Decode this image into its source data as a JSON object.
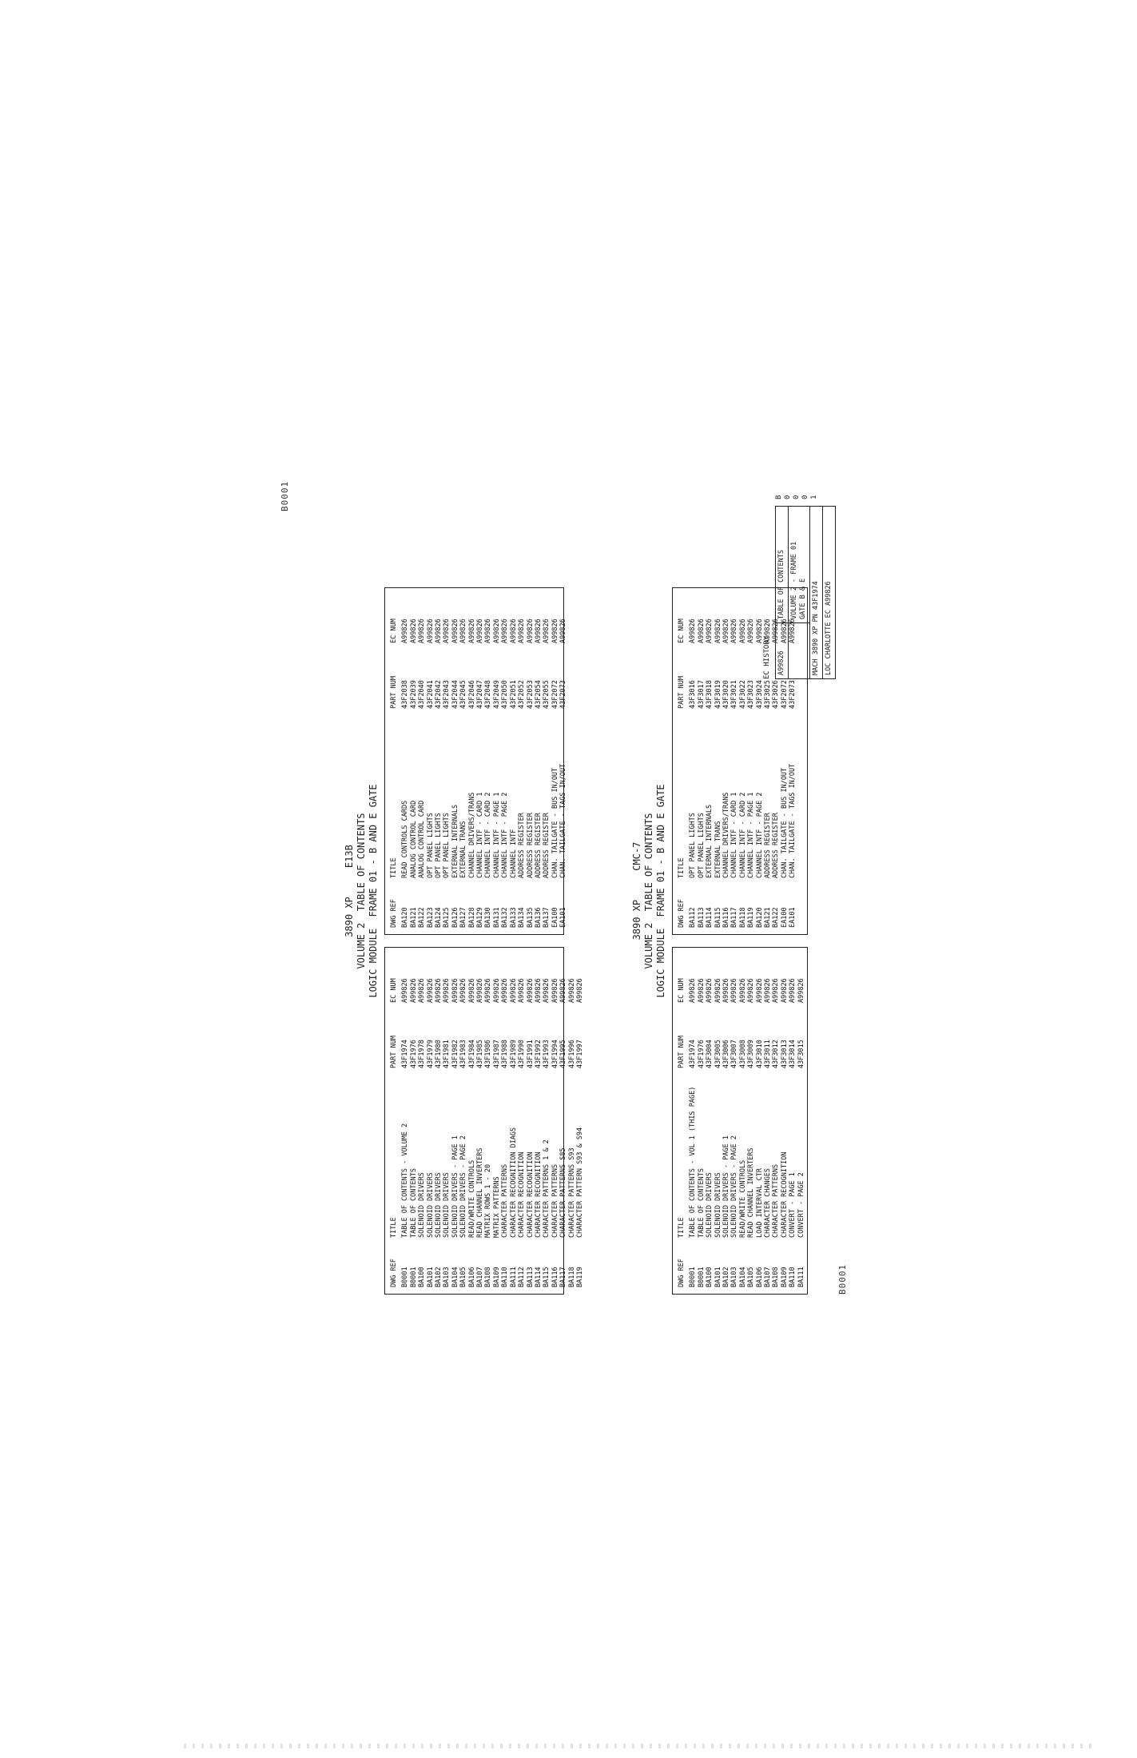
{
  "page_id_top": "B0001",
  "page_id_bottom": "B0001",
  "section1": {
    "line1": "3890 XP     E13B",
    "line2": "VOLUME 2  TABLE OF CONTENTS",
    "line3": "LOGIC MODULE  FRAME 01 - B AND E GATE"
  },
  "section2": {
    "line1": "3890 XP     CMC-7",
    "line2": "VOLUME 2  TABLE OF CONTENTS",
    "line3": "LOGIC MODULE  FRAME 01 - B AND E GATE"
  },
  "headers": {
    "ref": "DWG REF",
    "title": "TITLE",
    "part": "PART NUM",
    "ec": "EC NUM"
  },
  "s1_left_rows": [
    {
      "ref": "B0001",
      "title": "TABLE OF CONTENTS - VOLUME 2",
      "part": "43F1974",
      "ec": "A99826"
    },
    {
      "ref": "B0001",
      "title": "TABLE OF CONTENTS",
      "part": "43F1976",
      "ec": "A99826"
    },
    {
      "ref": "BA100",
      "title": "SOLENOID DRIVERS",
      "part": "43F1978",
      "ec": "A99826"
    },
    {
      "ref": "BA101",
      "title": "SOLENOID DRIVERS",
      "part": "43F1979",
      "ec": "A99826"
    },
    {
      "ref": "BA102",
      "title": "SOLENOID DRIVERS",
      "part": "43F1980",
      "ec": "A99826"
    },
    {
      "ref": "BA103",
      "title": "SOLENOID DRIVERS",
      "part": "43F1981",
      "ec": "A99826"
    },
    {
      "ref": "BA104",
      "title": "SOLENOID DRIVERS - PAGE 1",
      "part": "43F1982",
      "ec": "A99826"
    },
    {
      "ref": "BA105",
      "title": "SOLENOID DRIVERS - PAGE 2",
      "part": "43F1983",
      "ec": "A99826"
    },
    {
      "ref": "BA106",
      "title": "READ/WRITE CONTROLS",
      "part": "43F1984",
      "ec": "A99826"
    },
    {
      "ref": "BA107",
      "title": "READ CHANNEL INVERTERS",
      "part": "43F1985",
      "ec": "A99826"
    },
    {
      "ref": "BA108",
      "title": "MATRIX ROWS 1 - 20",
      "part": "43F1986",
      "ec": "A99826"
    },
    {
      "ref": "BA109",
      "title": "MATRIX PATTERNS",
      "part": "43F1987",
      "ec": "A99826"
    },
    {
      "ref": "BA110",
      "title": "CHARACTER PATTERNS",
      "part": "43F1988",
      "ec": "A99826"
    },
    {
      "ref": "BA111",
      "title": "CHARACTER RECOGNITION DIAGS",
      "part": "43F1989",
      "ec": "A99826"
    },
    {
      "ref": "BA112",
      "title": "CHARACTER RECOGNITION",
      "part": "43F1990",
      "ec": "A99826"
    },
    {
      "ref": "BA113",
      "title": "CHARACTER RECOGNITION",
      "part": "43F1991",
      "ec": "A99826"
    },
    {
      "ref": "BA114",
      "title": "CHARACTER RECOGNITION",
      "part": "43F1992",
      "ec": "A99826"
    },
    {
      "ref": "BA115",
      "title": "CHARACTER PATTERNS 1 & 2",
      "part": "43F1993",
      "ec": "A99826"
    },
    {
      "ref": "BA116",
      "title": "CHARACTER PATTERNS",
      "part": "43F1994",
      "ec": "A99826"
    },
    {
      "ref": "BA117",
      "title": "CHARACTER PATTERNS S85",
      "part": "43F1995",
      "ec": "A99826"
    },
    {
      "ref": "BA118",
      "title": "CHARACTER PATTERNS S93",
      "part": "43F1996",
      "ec": "A99826"
    },
    {
      "ref": "BA119",
      "title": "CHARACTER PATTERN S93 & S94",
      "part": "43F1997",
      "ec": "A99826"
    }
  ],
  "s1_right_rows": [
    {
      "ref": "BA120",
      "title": "READ CONTROLS CARDS",
      "part": "43F2038",
      "ec": "A99826"
    },
    {
      "ref": "BA121",
      "title": "ANALOG CONTROL CARD",
      "part": "43F2039",
      "ec": "A99826"
    },
    {
      "ref": "BA122",
      "title": "ANALOG CONTROL CARD",
      "part": "43F2040",
      "ec": "A99826"
    },
    {
      "ref": "BA123",
      "title": "OPT PANEL LIGHTS",
      "part": "43F2041",
      "ec": "A99826"
    },
    {
      "ref": "BA124",
      "title": "OPT PANEL LIGHTS",
      "part": "43F2042",
      "ec": "A99826"
    },
    {
      "ref": "BA125",
      "title": "OPT PANEL LIGHTS",
      "part": "43F2043",
      "ec": "A99826"
    },
    {
      "ref": "BA126",
      "title": "EXTERNAL INTERNALS",
      "part": "43F2044",
      "ec": "A99826"
    },
    {
      "ref": "BA127",
      "title": "EXTERNAL TRANS",
      "part": "43F2045",
      "ec": "A99826"
    },
    {
      "ref": "BA128",
      "title": "CHANNEL DRIVERS/TRANS",
      "part": "43F2046",
      "ec": "A99826"
    },
    {
      "ref": "BA129",
      "title": "CHANNEL INTF - CARD 1",
      "part": "43F2047",
      "ec": "A99826"
    },
    {
      "ref": "BA130",
      "title": "CHANNEL INTF - CARD 2",
      "part": "43F2048",
      "ec": "A99826"
    },
    {
      "ref": "BA131",
      "title": "CHANNEL INTF - PAGE 1",
      "part": "43F2049",
      "ec": "A99826"
    },
    {
      "ref": "BA132",
      "title": "CHANNEL INTF - PAGE 2",
      "part": "43F2050",
      "ec": "A99826"
    },
    {
      "ref": "BA133",
      "title": "CHANNEL INTF",
      "part": "43F2051",
      "ec": "A99826"
    },
    {
      "ref": "BA134",
      "title": "ADDRESS REGISTER",
      "part": "43F2052",
      "ec": "A99826"
    },
    {
      "ref": "BA135",
      "title": "ADDRESS REGISTER",
      "part": "43F2053",
      "ec": "A99826"
    },
    {
      "ref": "BA136",
      "title": "ADDRESS REGISTER",
      "part": "43F2054",
      "ec": "A99826"
    },
    {
      "ref": "BA137",
      "title": "ADDRESS REGISTER",
      "part": "43F2055",
      "ec": "A99826"
    },
    {
      "ref": "EA100",
      "title": "CHAN. TAILGATE - BUS IN/OUT",
      "part": "43F2072",
      "ec": "A99826"
    },
    {
      "ref": "EA101",
      "title": "CHAN. TAILGATE - TAGS IN/OUT",
      "part": "43F2073",
      "ec": "A99826"
    }
  ],
  "s2_left_rows": [
    {
      "ref": "B0001",
      "title": "TABLE OF CONTENTS - VOL 1 (THIS PAGE)",
      "part": "43F1974",
      "ec": "A99826"
    },
    {
      "ref": "B0001",
      "title": "TABLE OF CONTENTS",
      "part": "43F1976",
      "ec": "A99826"
    },
    {
      "ref": "BA100",
      "title": "SOLENOID DRIVERS",
      "part": "43F3004",
      "ec": "A99826"
    },
    {
      "ref": "BA101",
      "title": "SOLENOID DRIVERS",
      "part": "43F3005",
      "ec": "A99826"
    },
    {
      "ref": "BA102",
      "title": "SOLENOID DRIVERS - PAGE 1",
      "part": "43F3006",
      "ec": "A99826"
    },
    {
      "ref": "BA103",
      "title": "SOLENOID DRIVERS - PAGE 2",
      "part": "43F3007",
      "ec": "A99826"
    },
    {
      "ref": "BA104",
      "title": "READ/WRITE CONTROLS",
      "part": "43F3008",
      "ec": "A99826"
    },
    {
      "ref": "BA105",
      "title": "READ CHANNEL INVERTERS",
      "part": "43F3009",
      "ec": "A99826"
    },
    {
      "ref": "BA106",
      "title": "LOAD INTERVAL CTR",
      "part": "43F3010",
      "ec": "A99826"
    },
    {
      "ref": "BA107",
      "title": "CHARACTER CHANGES",
      "part": "43F3011",
      "ec": "A99826"
    },
    {
      "ref": "BA108",
      "title": "CHARACTER PATTERNS",
      "part": "43F3012",
      "ec": "A99826"
    },
    {
      "ref": "BA109",
      "title": "CHARACTER RECOGNITION",
      "part": "43F3013",
      "ec": "A99826"
    },
    {
      "ref": "BA110",
      "title": "CONVERT - PAGE 1",
      "part": "43F3014",
      "ec": "A99826"
    },
    {
      "ref": "BA111",
      "title": "CONVERT - PAGE 2",
      "part": "43F3015",
      "ec": "A99826"
    }
  ],
  "s2_right_rows": [
    {
      "ref": "BA112",
      "title": "OPT PANEL LIGHTS",
      "part": "43F3016",
      "ec": "A99826"
    },
    {
      "ref": "BA113",
      "title": "OPT PANEL LIGHTS",
      "part": "43F3017",
      "ec": "A99826"
    },
    {
      "ref": "BA114",
      "title": "EXTERNAL INTERNALS",
      "part": "43F3018",
      "ec": "A99826"
    },
    {
      "ref": "BA115",
      "title": "EXTERNAL TRANS",
      "part": "43F3019",
      "ec": "A99826"
    },
    {
      "ref": "BA116",
      "title": "CHANNEL DRIVERS/TRANS",
      "part": "43F3020",
      "ec": "A99826"
    },
    {
      "ref": "BA117",
      "title": "CHANNEL INTF - CARD 1",
      "part": "43F3021",
      "ec": "A99826"
    },
    {
      "ref": "BA118",
      "title": "CHANNEL INTF - CARD 2",
      "part": "43F3022",
      "ec": "A99826"
    },
    {
      "ref": "BA119",
      "title": "CHANNEL INTF - PAGE 1",
      "part": "43F3023",
      "ec": "A99826"
    },
    {
      "ref": "BA120",
      "title": "CHANNEL INTF - PAGE 2",
      "part": "43F3024",
      "ec": "A99826"
    },
    {
      "ref": "BA121",
      "title": "ADDRESS REGISTER",
      "part": "43F3025",
      "ec": "A99826"
    },
    {
      "ref": "BA122",
      "title": "ADDRESS REGISTER",
      "part": "43F3026",
      "ec": "A99826"
    },
    {
      "ref": "EA100",
      "title": "CHAN. TAILGATE - BUS IN/OUT",
      "part": "43F2072",
      "ec": "A99826"
    },
    {
      "ref": "EA101",
      "title": "CHAN. TAILGATE - TAGS IN/OUT",
      "part": "43F2073",
      "ec": "A99826"
    }
  ],
  "ec_history": {
    "label": "EC HISTORY",
    "ec_num": "A99826",
    "toc_title": "TABLE OF CONTENTS",
    "frame": "VOLUME 2 - FRAME 01",
    "gate": "GATE B & E",
    "mach": "MACH 3890 XP  PN 43F1974",
    "loc": "LOC CHARLOTTE  EC A99826"
  },
  "side_digits": [
    "B",
    "0",
    "0",
    "0",
    "1"
  ]
}
